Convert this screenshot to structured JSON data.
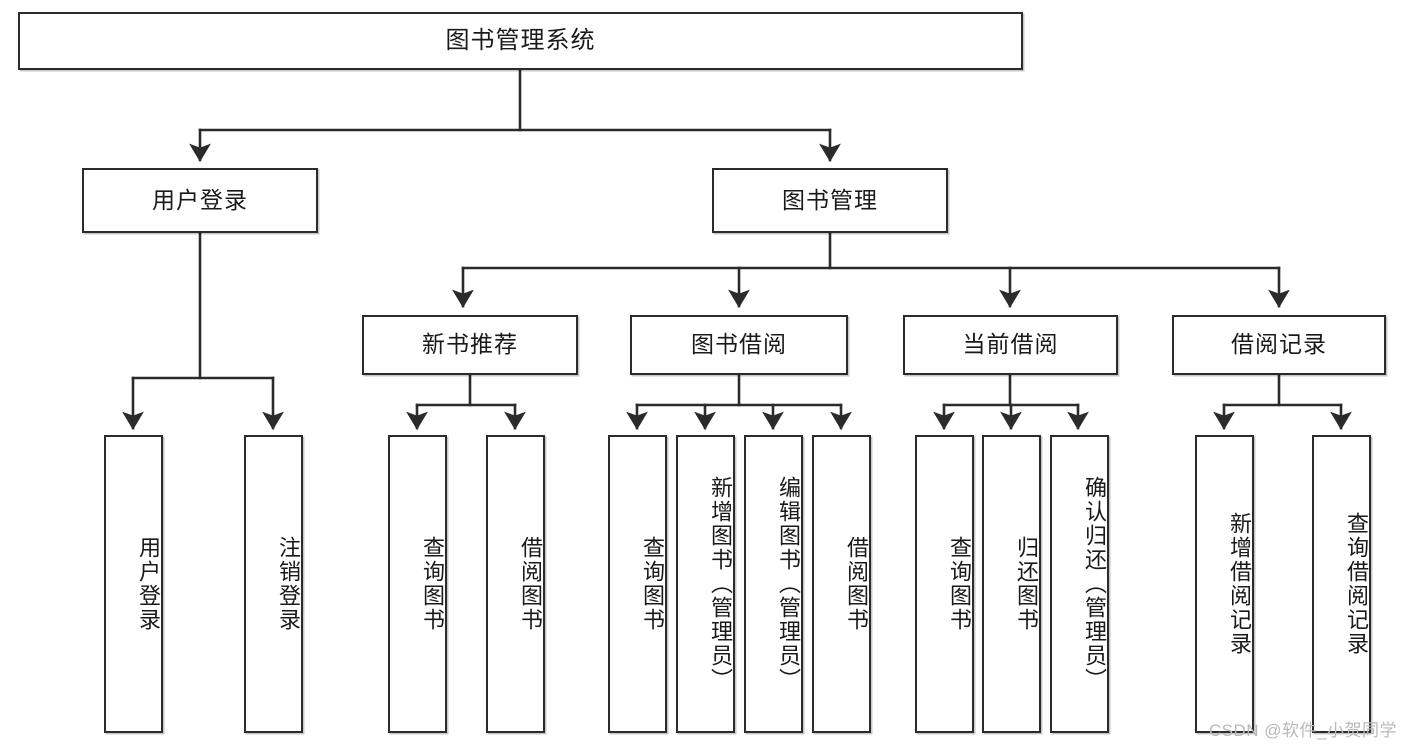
{
  "diagram": {
    "title": "图书管理系统",
    "type": "tree",
    "watermark": "CSDN @软件_小贺同学",
    "colors": {
      "node_border": "#2b2b2b",
      "node_fill": "#ffffff",
      "edge": "#2b2b2b",
      "text": "#1a1a1a",
      "watermark": "#b9b9b9",
      "background": "#ffffff"
    },
    "levels": {
      "root": {
        "label": "图书管理系统"
      },
      "level2": [
        {
          "id": "user-login",
          "label": "用户登录"
        },
        {
          "id": "book-manage",
          "label": "图书管理"
        }
      ],
      "level3": [
        {
          "id": "new-book-recommend",
          "label": "新书推荐",
          "parent": "book-manage"
        },
        {
          "id": "book-borrow",
          "label": "图书借阅",
          "parent": "book-manage"
        },
        {
          "id": "current-borrow",
          "label": "当前借阅",
          "parent": "book-manage"
        },
        {
          "id": "borrow-record",
          "label": "借阅记录",
          "parent": "book-manage"
        }
      ],
      "leaves": [
        {
          "id": "leaf-user-login",
          "label": "用户登录",
          "parent": "user-login"
        },
        {
          "id": "leaf-logout-login",
          "label": "注销登录",
          "parent": "user-login"
        },
        {
          "id": "leaf-query-book-1",
          "label": "查询图书",
          "parent": "new-book-recommend"
        },
        {
          "id": "leaf-borrow-book-1",
          "label": "借阅图书",
          "parent": "new-book-recommend"
        },
        {
          "id": "leaf-query-book-2",
          "label": "查询图书",
          "parent": "book-borrow"
        },
        {
          "id": "leaf-add-book",
          "label": "新增图书（管理员）",
          "parent": "book-borrow"
        },
        {
          "id": "leaf-edit-book",
          "label": "编辑图书（管理员）",
          "parent": "book-borrow"
        },
        {
          "id": "leaf-borrow-book-2",
          "label": "借阅图书",
          "parent": "book-borrow"
        },
        {
          "id": "leaf-query-book-3",
          "label": "查询图书",
          "parent": "current-borrow"
        },
        {
          "id": "leaf-return-book",
          "label": "归还图书",
          "parent": "current-borrow"
        },
        {
          "id": "leaf-confirm-return",
          "label": "确认归还（管理员）",
          "parent": "current-borrow"
        },
        {
          "id": "leaf-add-record",
          "label": "新增借阅记录",
          "parent": "borrow-record"
        },
        {
          "id": "leaf-query-record",
          "label": "查询借阅记录",
          "parent": "borrow-record"
        }
      ]
    }
  }
}
